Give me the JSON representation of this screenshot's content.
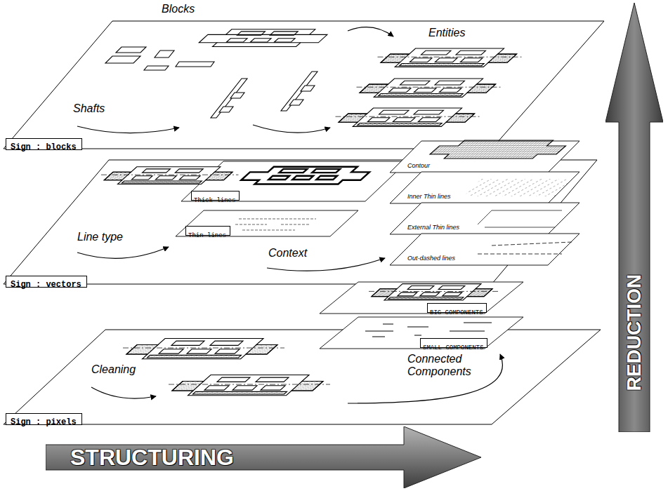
{
  "diagram": {
    "nodes": [
      {
        "text": [
          "Sign : blocks"
        ]
      },
      {
        "text": [
          "Sign : vectors"
        ]
      },
      {
        "text": [
          "Thick lines"
        ]
      },
      {
        "text": [
          "Thin lines"
        ]
      },
      {
        "text": [
          "Sign : pixels"
        ]
      },
      {
        "text": [
          "BIG COMPONENTS"
        ]
      },
      {
        "text": [
          "SMALL COMPONENTS"
        ]
      },
      {
        "text": [
          "STRUCTURING"
        ]
      },
      {
        "text": [
          "REDUCTION"
        ]
      }
    ],
    "labels": [
      "Blocks",
      "Entities",
      "Shafts",
      "Contour",
      "Inner Thin lines",
      "Line type",
      "External Thin lines",
      "Context",
      "Out-dashed lines",
      "Cleaning",
      "Connected Components"
    ]
  }
}
